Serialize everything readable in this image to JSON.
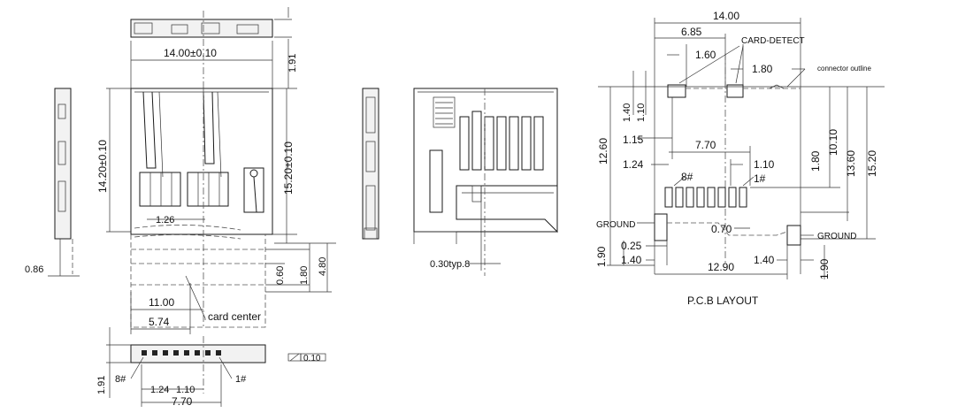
{
  "left_view": {
    "dim_top_right": "1.91",
    "width": "14.00±0.10",
    "height": "14.20±0.10",
    "overall_height": "15.20±0.10",
    "pitch": "1.26",
    "right_offset": "0.60",
    "d_180": "1.80",
    "d_480": "4.80",
    "d_1100": "11.00",
    "d_574": "5.74",
    "card_center": "card center",
    "side_thickness": "0.86",
    "flatness": "0.10",
    "bottom_1_91": "1.91",
    "pin8": "8#",
    "pin1": "1#",
    "d_124": "1.24",
    "d_110": "1.10",
    "d_770": "7.70"
  },
  "mid_view": {
    "pin_pitch": "0.30typ.8"
  },
  "pcb_layout": {
    "title": "P.C.B LAYOUT",
    "width": "14.00",
    "d_685": "6.85",
    "d_160": "1.60",
    "d_180a": "1.80",
    "card_detect": "CARD-DETECT",
    "connector_outline": "connector outline",
    "d_140": "1.40",
    "d_110": "1.10",
    "d_115": "1.15",
    "d_1260": "12.60",
    "d_770": "7.70",
    "d_124": "1.24",
    "d_110b": "1.10",
    "pin8": "8#",
    "pin1": "1#",
    "d_180b": "1.80",
    "d_1010": "10.10",
    "d_1360": "13.60",
    "d_1520": "15.20",
    "ground_left": "GROUND",
    "ground_right": "GROUND",
    "d_070": "0.70",
    "d_025": "0.25",
    "d_140b": "1.40",
    "d_190a": "1.90",
    "d_1290": "12.90",
    "d_140c": "1.40",
    "d_190b": "1.90"
  }
}
